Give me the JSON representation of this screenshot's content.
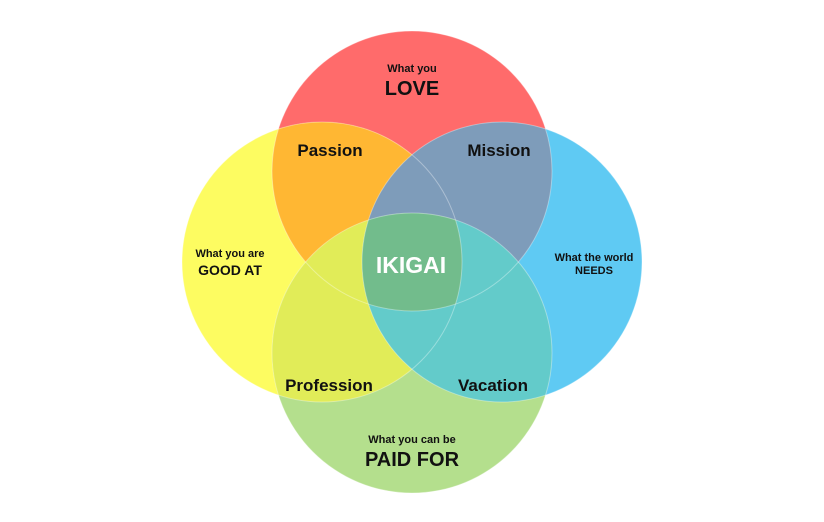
{
  "circles": {
    "love": {
      "color": "#ff6b6b"
    },
    "good_at": {
      "color": "#fdfc61"
    },
    "world_needs": {
      "color": "#5fcaf3"
    },
    "paid_for": {
      "color": "#b4df8d"
    }
  },
  "labels": {
    "love_small": "What you",
    "love_big": "LOVE",
    "good_at_small": "What you are",
    "good_at_big": "GOOD AT",
    "needs_small": "What the world",
    "needs_big": "NEEDS",
    "paid_small": "What you can be",
    "paid_big": "PAID FOR"
  },
  "regions": {
    "passion": "Passion",
    "mission": "Mission",
    "profession": "Profession",
    "vacation": "Vacation",
    "center": "IKIGAI"
  },
  "overlap_colors": {
    "passion": "#ffb733",
    "mission": "#7e9cba",
    "profession": "#e1ec58",
    "vacation": "#63cbca",
    "center": "#72bc8c"
  }
}
